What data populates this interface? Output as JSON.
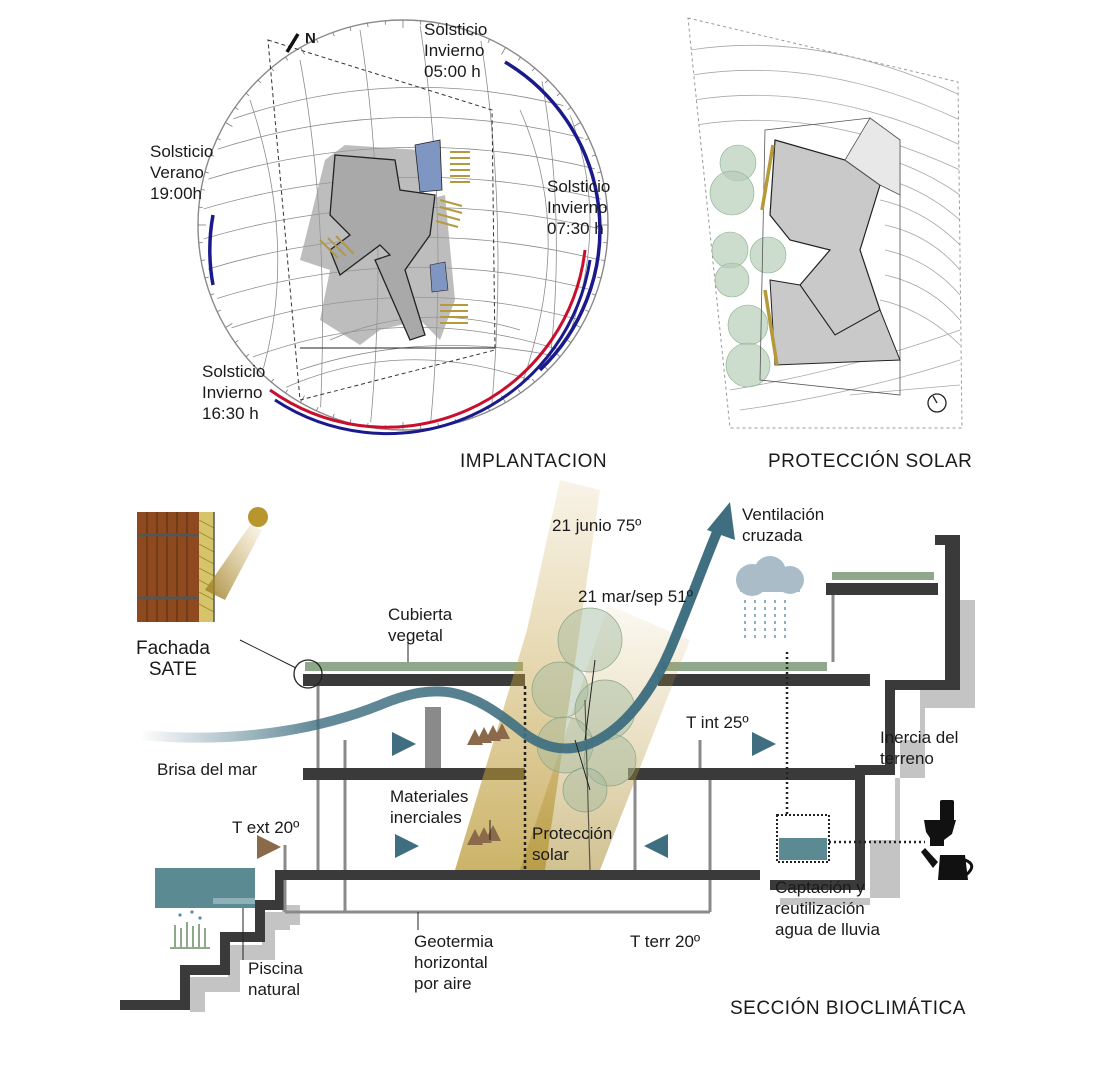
{
  "implantacion": {
    "title": "IMPLANTACION",
    "north": "N",
    "labels": {
      "invierno_0500": "Solsticio\nInvierno\n05:00 h",
      "verano_1900": "Solsticio\nVerano\n19:00h",
      "invierno_0730": "Solsticio\nInvierno\n07:30 h",
      "invierno_1630": "Solsticio\nInvierno\n16:30 h"
    },
    "colors": {
      "summer_path": "#1a1a8c",
      "winter_path": "#c8102e",
      "building": "#a9a9a9",
      "glass": "#7f95c2",
      "louver": "#b59a3c"
    }
  },
  "proteccion": {
    "title": "PROTECCIÓN SOLAR",
    "colors": {
      "tree": "#b7cdb8",
      "building": "#c9c9c9"
    }
  },
  "seccion": {
    "title": "SECCIÓN BIOCLIMÁTICA",
    "labels": {
      "fachada": "Fachada\nSATE",
      "cubierta": "Cubierta\nvegetal",
      "junio": "21 junio 75º",
      "marsep": "21 mar/sep 51º",
      "ventilacion": "Ventilación\ncruzada",
      "t_int": "T int 25º",
      "inercia_terreno": "Inercia del\nterreno",
      "brisa": "Brisa del mar",
      "materiales": "Materiales\ninerciales",
      "proteccion_solar": "Protección\nsolar",
      "t_ext": "T ext 20º",
      "captacion": "Captación y\nreutilización\nagua de lluvia",
      "piscina": "Piscina\nnatural",
      "geotermia": "Geotermia\nhorizontal\npor aire",
      "t_terr": "T terr 20º"
    },
    "colors": {
      "structure": "#3a3a3a",
      "ground_shadow": "#c4c4c4",
      "air": "#3e6e80",
      "sun": "#b8962e",
      "green_roof": "#8fa88c",
      "water": "#5b8a92",
      "warm_arrow": "#8a6a4a"
    }
  }
}
